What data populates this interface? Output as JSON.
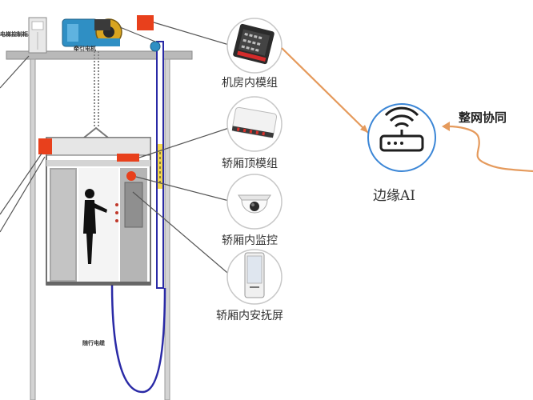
{
  "labels": {
    "machine_room_module": "机房内模组",
    "car_top_module": "轿厢顶模组",
    "car_monitor": "轿厢内监控",
    "car_comfort_screen": "轿厢内安抚屏",
    "edge_ai": "边缘AI",
    "network_coop": "整网协同",
    "control_cabinet": "电梯控制柜",
    "traction_motor": "牵引电机",
    "traveling_cable": "随行电缆"
  },
  "colors": {
    "module_marker": "#e8401c",
    "connector_gray": "#555555",
    "connector_orange": "#e59a5c",
    "edge_circle": "#3b86d6",
    "shaft_frame": "#9a9a9a",
    "car_gray": "#c9c9c9",
    "cable_blue": "#2a2aa6"
  },
  "icons": {
    "router": "router-icon",
    "module": "module-device-icon",
    "camera": "dome-camera-icon",
    "screen": "comfort-screen-icon",
    "passenger": "person-icon"
  }
}
